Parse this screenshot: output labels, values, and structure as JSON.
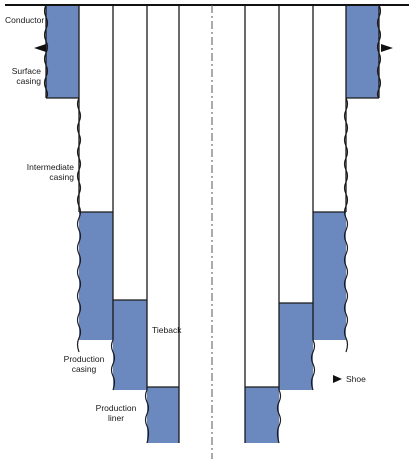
{
  "diagram": {
    "labels": {
      "conductor": "Conductor",
      "surface_casing": "Surface\ncasing",
      "intermediate_casing": "Intermediate\ncasing",
      "tieback": "Tieback",
      "production_casing": "Production\ncasing",
      "production_liner": "Production\nliner",
      "shoe": "Shoe"
    },
    "colors": {
      "cement": "#6b88bf",
      "line": "#1a1a1a",
      "centerline": "#555555"
    },
    "symbols": {
      "arrow": "right-pointing-triangle-icon"
    }
  }
}
